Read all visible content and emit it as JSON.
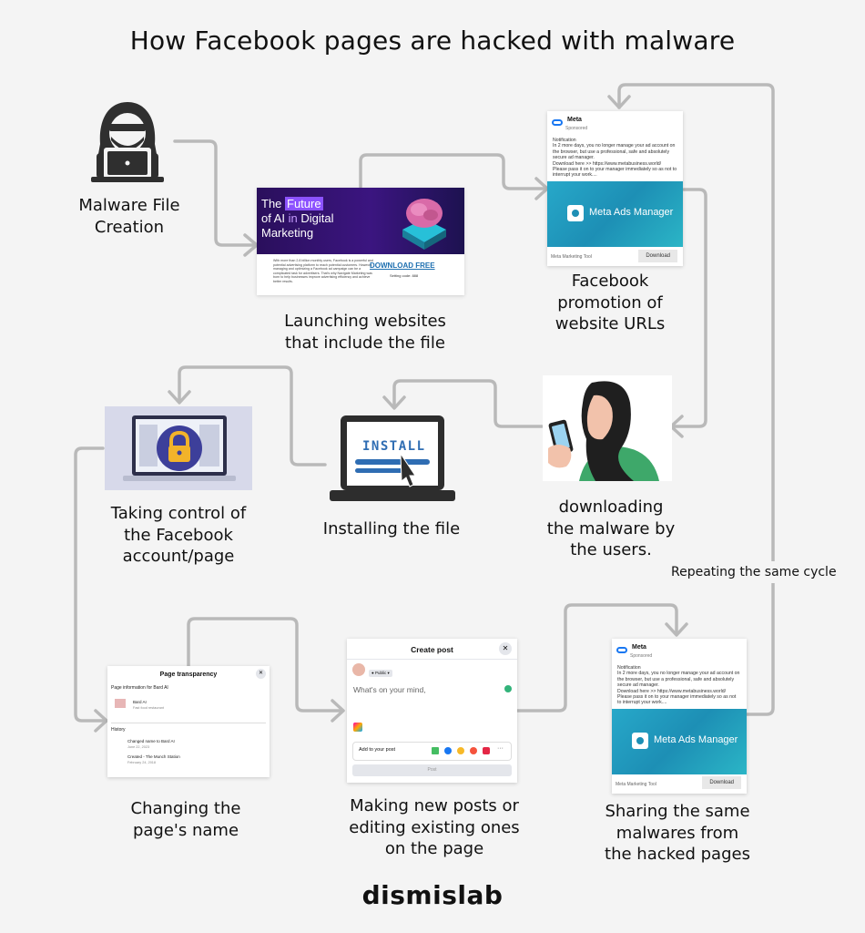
{
  "title": "How Facebook pages are hacked with malware",
  "steps": {
    "creation": "Malware File\nCreation",
    "launching": "Launching websites\nthat include the file",
    "promotion": "Facebook\npromotion of\nwebsite URLs",
    "downloading": "downloading\nthe malware by\nthe users.",
    "installing": "Installing the file",
    "control": "Taking control of\nthe Facebook\naccount/page",
    "rename": "Changing the\npage's name",
    "posts": "Making new posts or\nediting existing ones\non the page",
    "sharing": "Sharing the same\nmalwares from\nthe hacked pages"
  },
  "repeat_label": "Repeating the same cycle",
  "brand": "dismislab",
  "website": {
    "title_prefix": "The ",
    "title_highlight": "Future",
    "title_line2_a": "of AI ",
    "title_line2_b": "in",
    "title_line2_c": " Digital",
    "title_line3": "Marketing",
    "paragraph": "With more than 2.8 billion monthly users, Facebook is a powerful and potential advertising platform to reach potential customers. However, managing and optimizing a Facebook ad campaign can be a complicated task for advertisers. That's why Navigate Marketing was born to help businesses improve advertising efficiency and achieve better results.",
    "download": "DOWNLOAD FREE",
    "code": "Setting code: 888"
  },
  "ad": {
    "brand": "Meta",
    "sponsored": "Sponsored",
    "body": "Notification\nIn 2 more days, you no longer manage your ad account on the browser, but use a professional, safe and absolutely secure ad manager.\nDownload here >> https://www.metabusiness.world/\nPlease pass it on to your manager immediately so as not to interrupt your work....",
    "banner": "Meta Ads Manager",
    "footer": "Meta Marketing Tool",
    "download": "Download"
  },
  "install": {
    "label": "INSTALL"
  },
  "create_post": {
    "header": "Create post",
    "close": "✕",
    "audience": "● Public ▾",
    "prompt": "What's on your mind,",
    "add_label": "Add to your post",
    "post_button": "Post"
  },
  "transparency": {
    "header": "Page transparency",
    "close": "✕",
    "info_label": "Page information for Bard AI",
    "page_name": "Bard AI",
    "page_type": "Fast food restaurant",
    "history_label": "History",
    "event1": "Changed name to Bard AI",
    "event1_date": "June 22, 2023",
    "event2": "Created - The Munch Station",
    "event2_date": "February 24, 2018"
  },
  "colors": {
    "background": "#f4f4f4",
    "arrow": "#b7b7b7",
    "banner": "#1d8fb5",
    "website": "#2a0f5c",
    "lock": "#3d3f9a",
    "lock_shackle": "#f2b32a"
  }
}
